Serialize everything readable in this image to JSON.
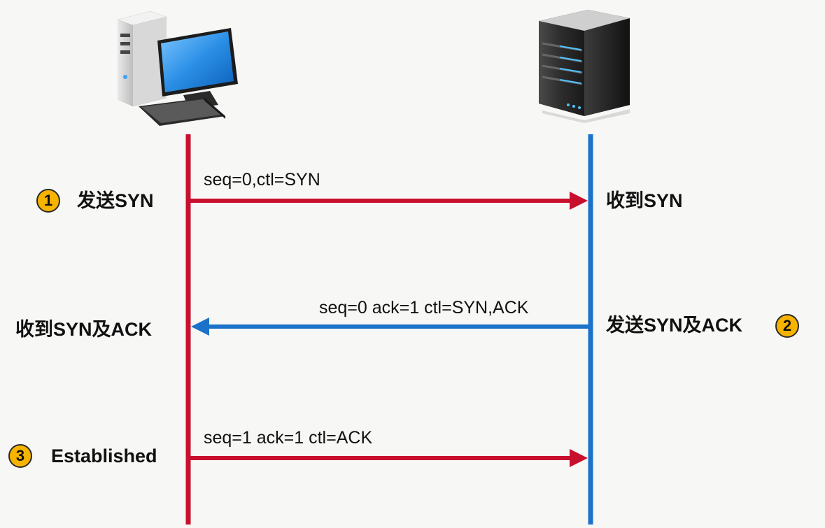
{
  "diagram": {
    "colors": {
      "client_line": "#c8102e",
      "server_line": "#1a73c9",
      "badge_fill": "#f6b400"
    },
    "icons": {
      "client": "desktop-computer-icon",
      "server": "server-tower-icon"
    },
    "steps": [
      {
        "badge": "1",
        "client_label": "发送SYN",
        "server_label": "收到SYN",
        "message": "seq=0,ctl=SYN",
        "direction": "client-to-server"
      },
      {
        "badge": "2",
        "client_label": "收到SYN及ACK",
        "server_label": "发送SYN及ACK",
        "message": "seq=0 ack=1 ctl=SYN,ACK",
        "direction": "server-to-client"
      },
      {
        "badge": "3",
        "client_label": "Established",
        "server_label": "",
        "message": "seq=1 ack=1 ctl=ACK",
        "direction": "client-to-server"
      }
    ]
  }
}
